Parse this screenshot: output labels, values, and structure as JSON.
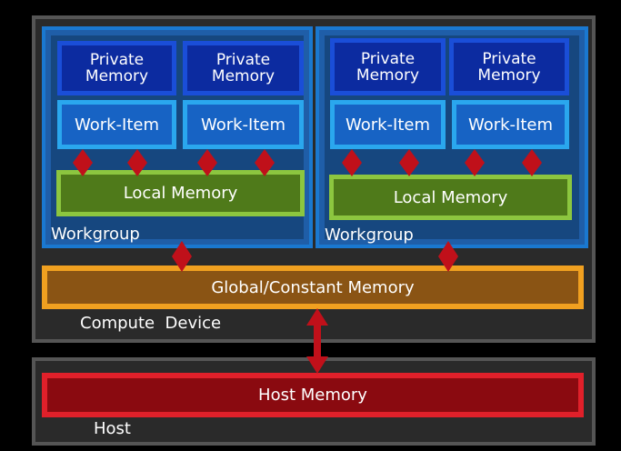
{
  "compute_device": {
    "label": "Compute  Device",
    "workgroups": [
      {
        "label": "Workgroup",
        "private_memory": [
          "Private\nMemory",
          "Private\nMemory"
        ],
        "work_items": [
          "Work-Item",
          "Work-Item"
        ],
        "local_memory": "Local Memory"
      },
      {
        "label": "Workgroup",
        "private_memory": [
          "Private\nMemory",
          "Private\nMemory"
        ],
        "work_items": [
          "Work-Item",
          "Work-Item"
        ],
        "local_memory": "Local Memory"
      }
    ],
    "global_memory": "Global/Constant Memory"
  },
  "host": {
    "label": "Host",
    "memory": "Host Memory"
  },
  "colors": {
    "arrow": "#c0101a",
    "private_memory": "#0c2ba0",
    "work_item": "#1763c4",
    "local_memory": "#4f7a1a",
    "global_memory": "#8a5414",
    "host_memory": "#8a0a10"
  }
}
